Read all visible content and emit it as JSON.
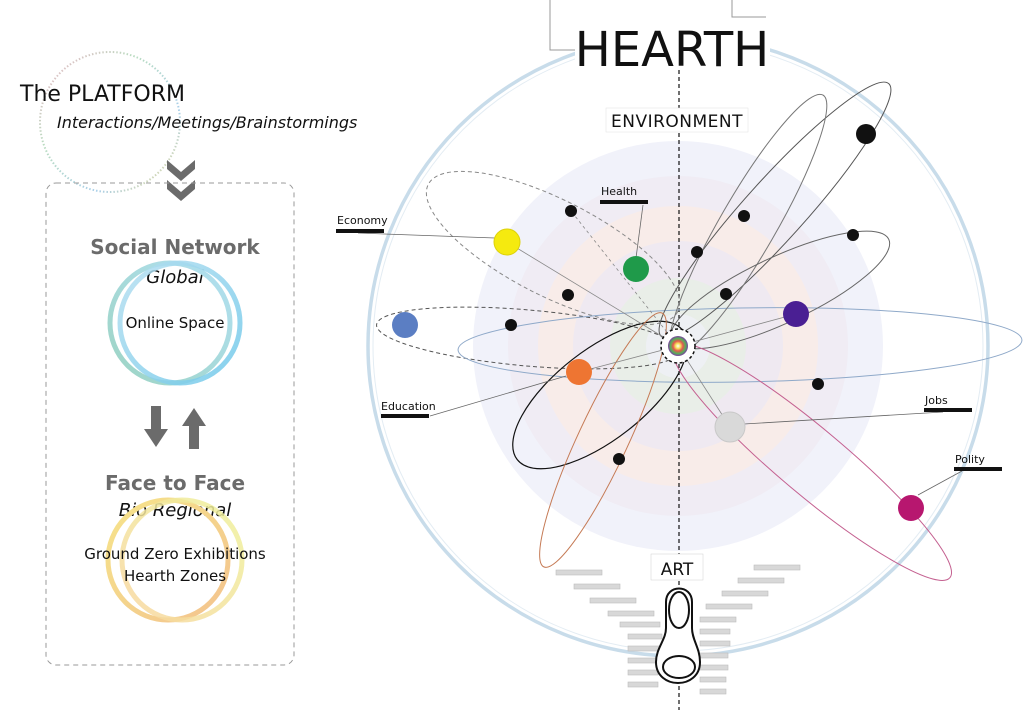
{
  "platform": {
    "title": "The PLATFORM",
    "subtitle": "Interactions/Meetings/Brainstormings"
  },
  "social": {
    "title": "Social Network",
    "scope": "Global",
    "space": "Online Space"
  },
  "face": {
    "title": "Face to Face",
    "scope": "Bio Regional",
    "line1": "Ground Zero Exhibitions",
    "line2": "Hearth Zones"
  },
  "hearth": {
    "title": "HEARTH",
    "top_label": "ENVIRONMENT",
    "bottom_label": "ART",
    "labels": {
      "economy": "Economy",
      "health": "Health",
      "education": "Education",
      "jobs": "Jobs",
      "polity": "Polity"
    }
  },
  "colors": {
    "economy": "#f5ea0f",
    "health": "#1f9a4a",
    "education": "#ee7532",
    "jobs": "#d9d9d9",
    "polity": "#b7176f",
    "purple": "#4a1f93",
    "blue": "#5b7ec3",
    "arrow_gray": "#6b6b6b"
  }
}
